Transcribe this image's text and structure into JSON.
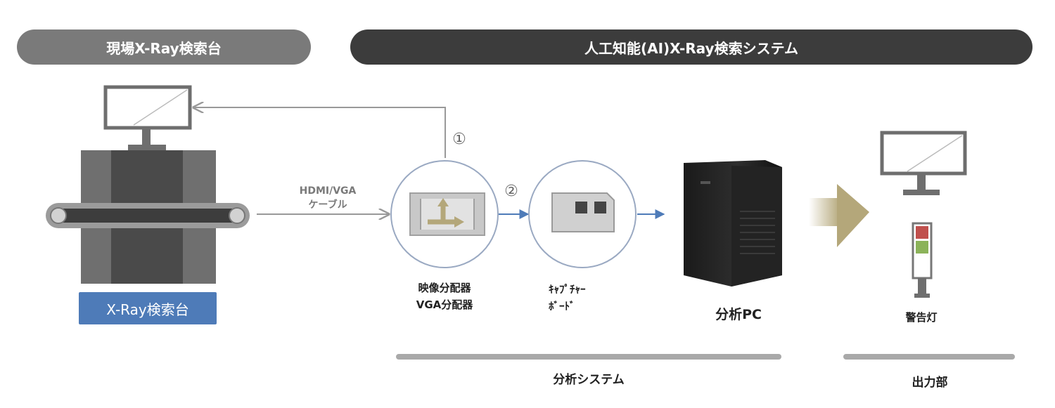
{
  "header": {
    "left_title": "現場X-Ray検索台",
    "right_title": "人工知能(AI)X-Ray検索システム"
  },
  "left": {
    "xray_badge": "X-Ray検索台"
  },
  "connections": {
    "cable_line1": "HDMI/VGA",
    "cable_line2": "ケーブル",
    "step1": "①",
    "step2": "②"
  },
  "nodes": {
    "splitter_line1": "映像分配器",
    "splitter_line2": "VGA分配器",
    "capture_line1": "ｷｬﾌﾟﾁｬｰ",
    "capture_line2": "ﾎﾞｰﾄﾞ",
    "pc": "分析PC",
    "warning": "警告灯"
  },
  "sections": {
    "analysis": "分析システム",
    "output": "出力部"
  },
  "colors": {
    "pill_left": "#7a7a7a",
    "pill_right": "#3c3c3c",
    "badge_blue": "#4e7bb8",
    "arrow_blue": "#4e7bb8",
    "gold": "#b4a77a",
    "lamp_red": "#c0504d",
    "lamp_green": "#8cb35a"
  }
}
